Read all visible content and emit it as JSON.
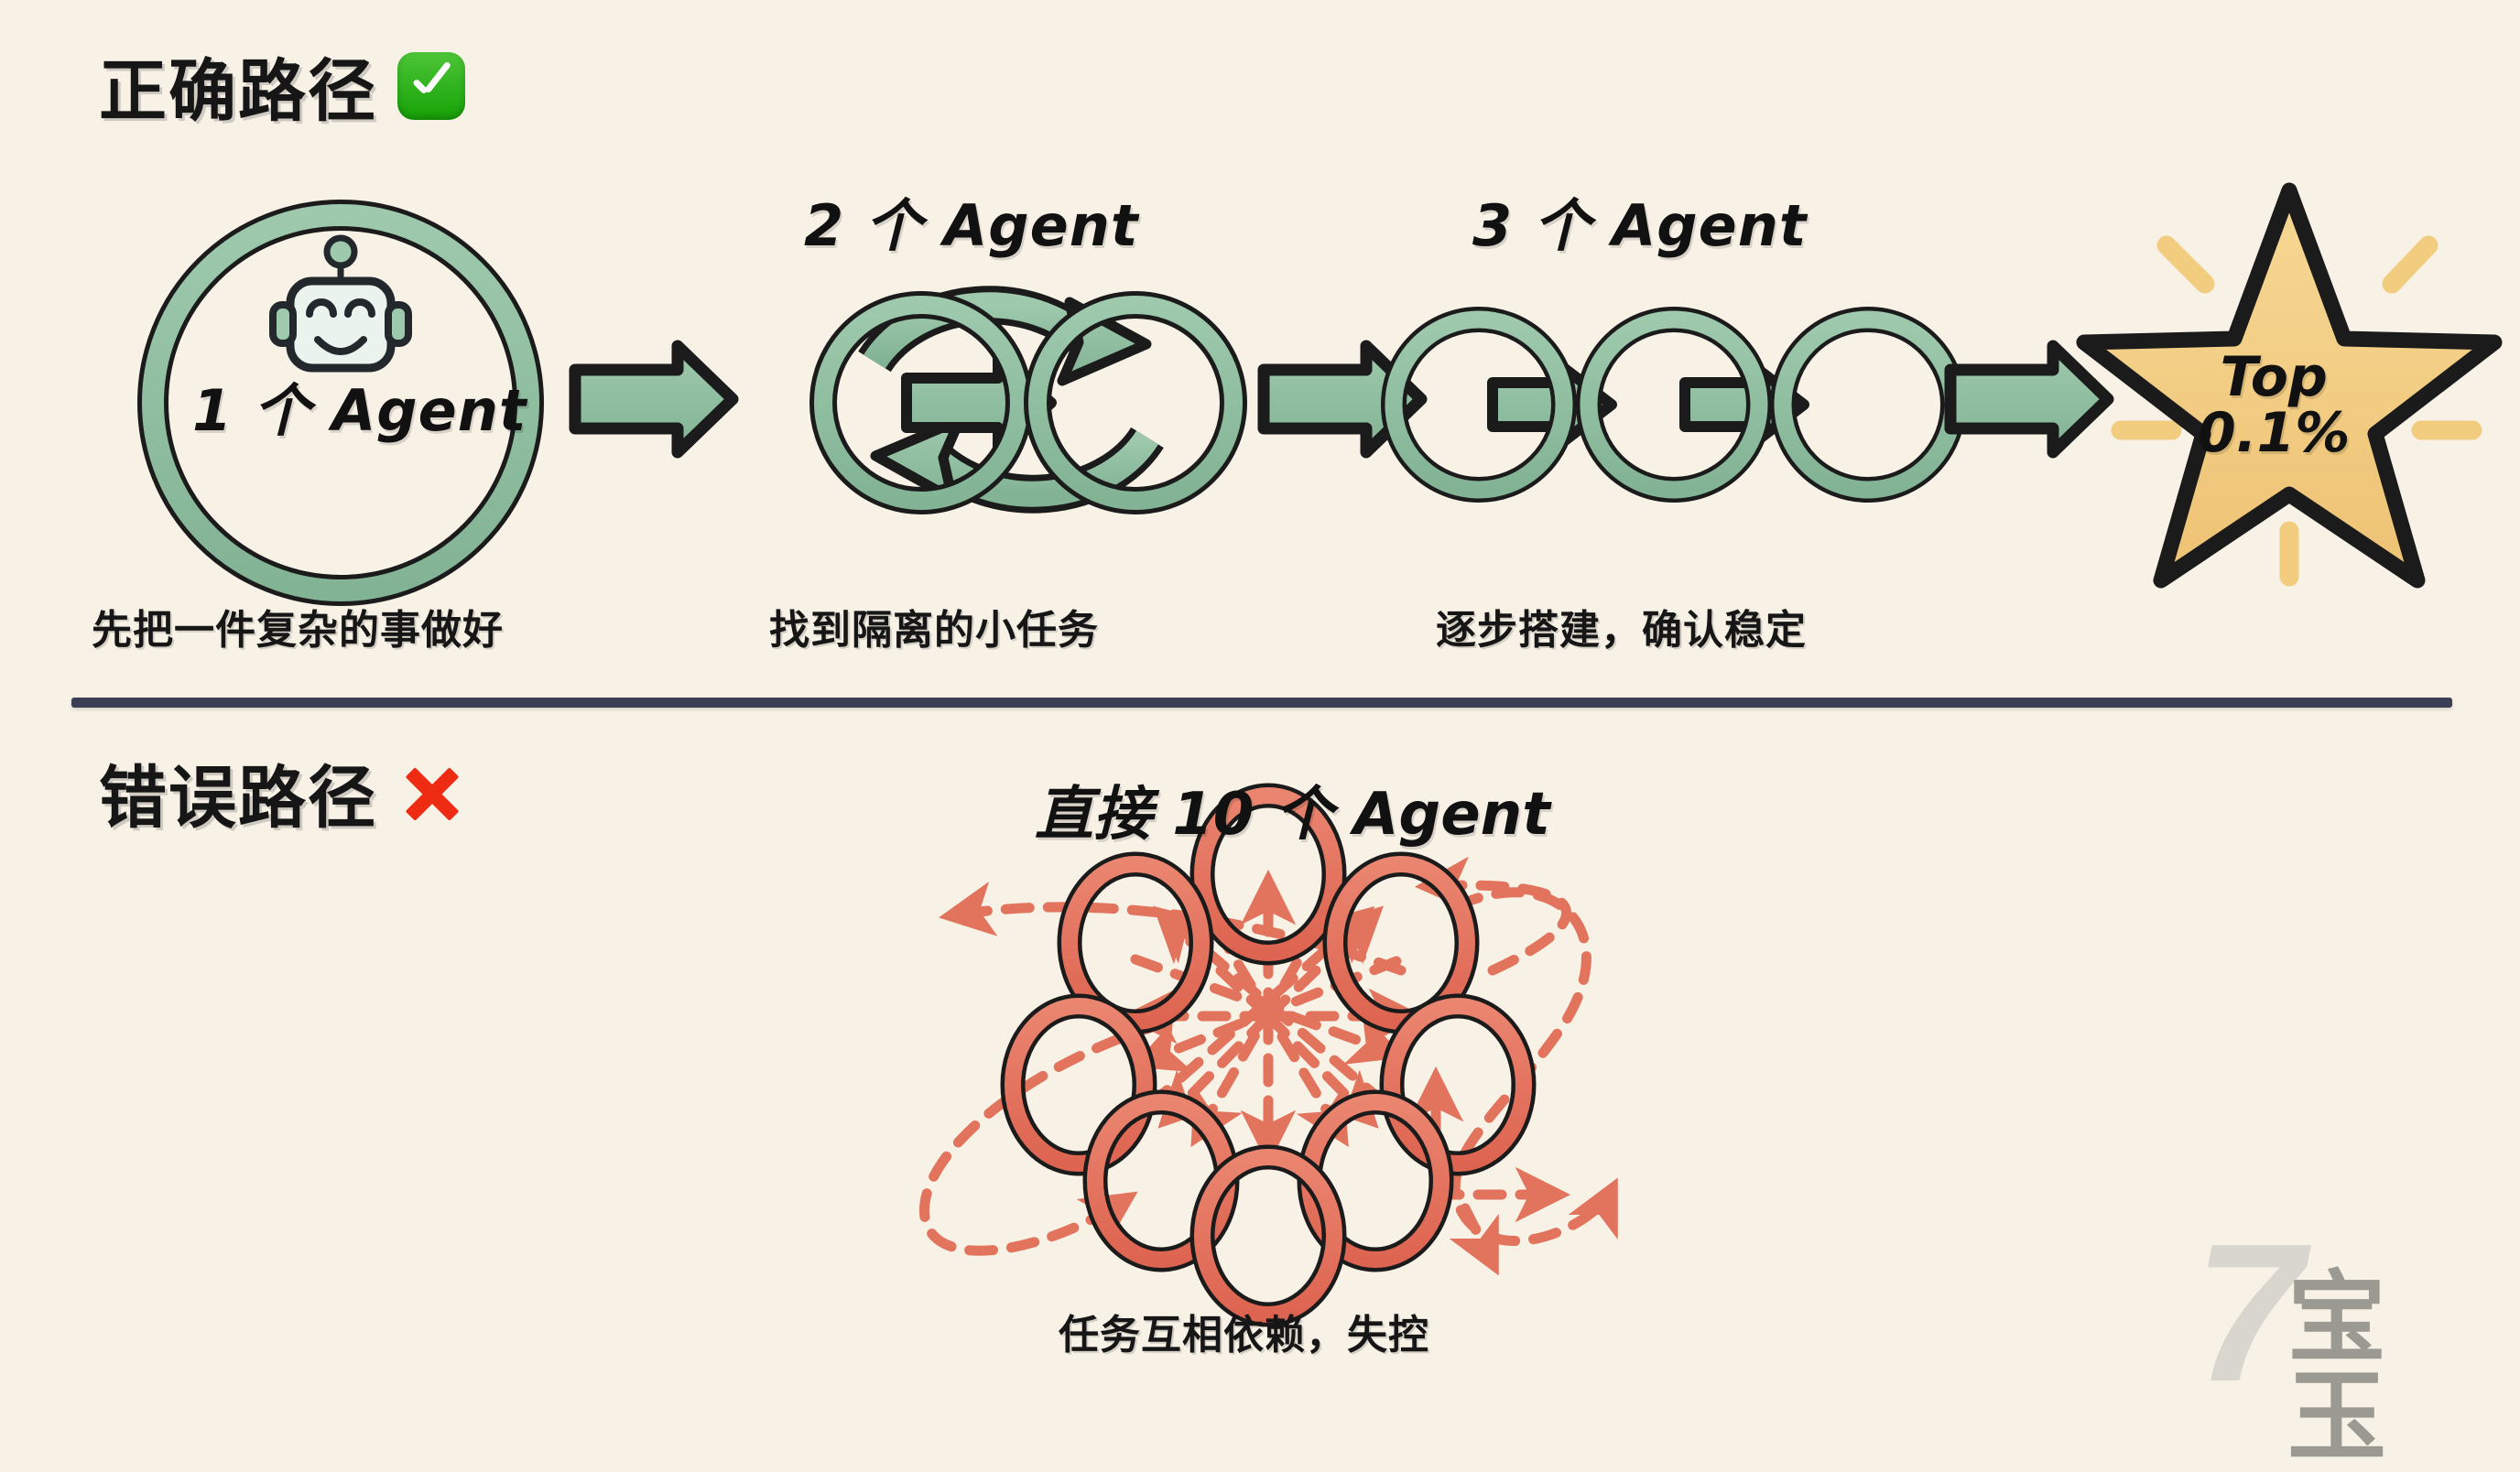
{
  "background_color": "#f7f1e6",
  "palette": {
    "green_ring": "#8dbd9e",
    "green_arrow": "#8dbd9e",
    "outline_dark": "#1b1b1b",
    "star_gold": "#f2cd7f",
    "chaos_red": "#e2735c",
    "divider": "#3a3f55",
    "check_green": "#17a307",
    "x_red": "#ee2b13",
    "robot_face": "#eaf3ee"
  },
  "sections": {
    "good": {
      "heading": "正确路径",
      "heading_icon": "green-check-emoji",
      "steps": [
        {
          "id": "one-agent",
          "title": "1 个 Agent",
          "title_position": "inside-circle",
          "icon": "robot-face-icon",
          "caption": "先把一件复杂的事做好",
          "rings": 1
        },
        {
          "id": "two-agents",
          "title": "2 个 Agent",
          "title_position": "above",
          "caption": "找到隔离的小任务",
          "rings": 2
        },
        {
          "id": "three-agents",
          "title": "3 个 Agent",
          "title_position": "above",
          "caption": "逐步搭建，确认稳定",
          "rings": 3
        }
      ],
      "arrow_icon": "right-arrow-icon",
      "arrow_count": 3,
      "reward": {
        "id": "top-star",
        "icon": "star-icon",
        "line1": "Top",
        "line2": "0.1%",
        "sparkles": 5
      }
    },
    "bad": {
      "heading": "错误路径",
      "heading_icon": "red-x-emoji",
      "title": "直接 10 个 Agent",
      "caption": "任务互相依赖，失控",
      "node_count": 8,
      "node_icon": "agent-ring-icon",
      "edge_style": "dashed-arrow"
    }
  },
  "watermark": {
    "mark": "7",
    "name": "宝玉"
  }
}
